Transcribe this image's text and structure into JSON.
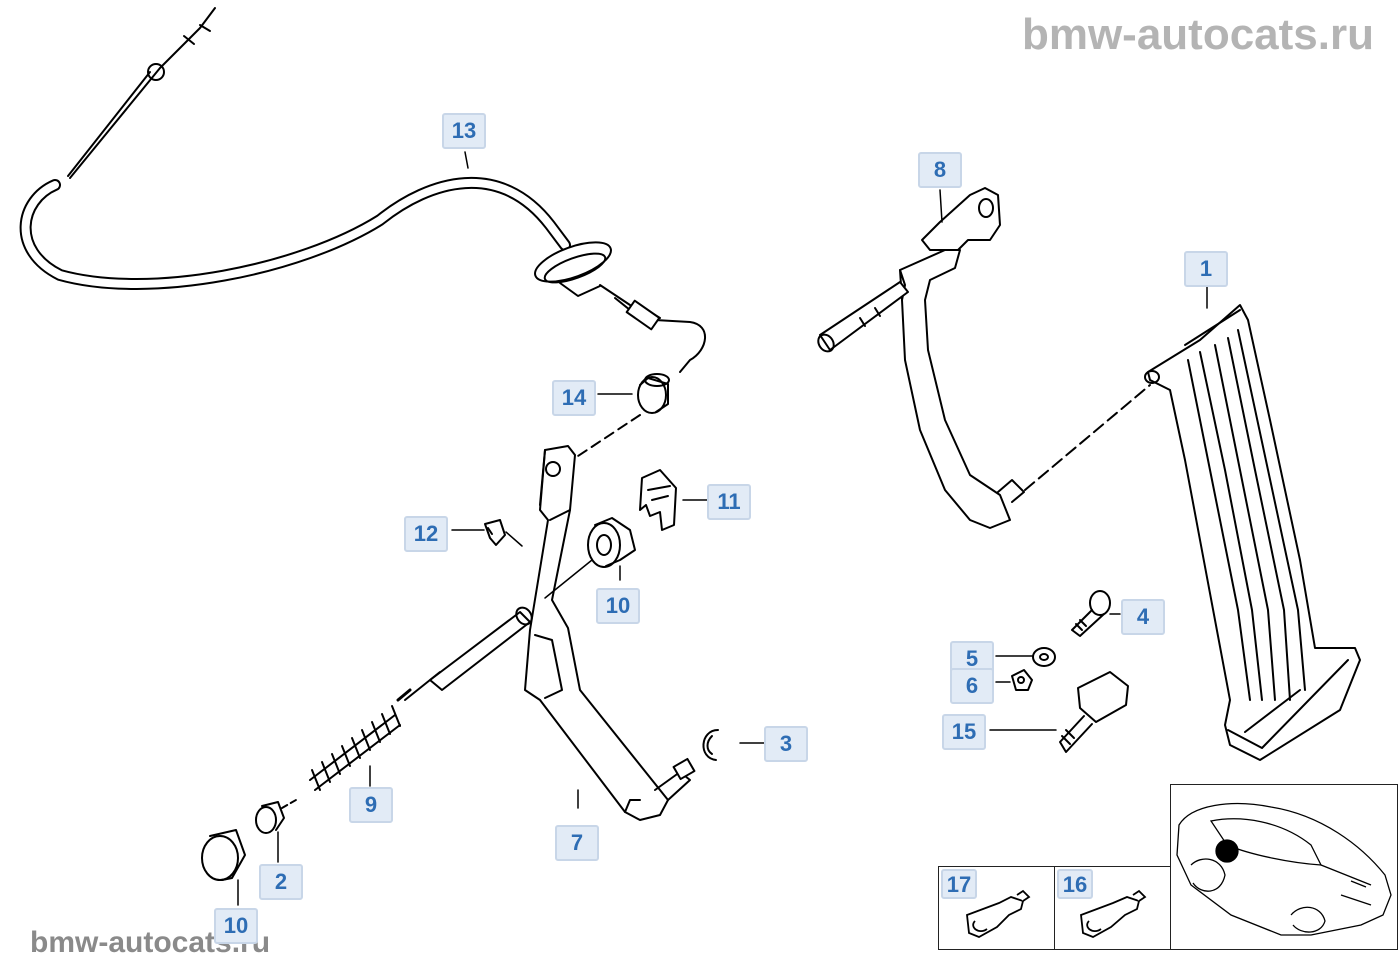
{
  "watermark": {
    "top": "bmw-autocats.ru",
    "bottom": "bmw-autocats.ru"
  },
  "colors": {
    "callout_bg": "#e2ebf6",
    "callout_text": "#2e6db4",
    "line": "#000000",
    "watermark": "#b4b4b4"
  },
  "callouts": [
    {
      "id": "c13",
      "label": "13"
    },
    {
      "id": "c8",
      "label": "8"
    },
    {
      "id": "c1",
      "label": "1"
    },
    {
      "id": "c14",
      "label": "14"
    },
    {
      "id": "c11",
      "label": "11"
    },
    {
      "id": "c12",
      "label": "12"
    },
    {
      "id": "c10a",
      "label": "10"
    },
    {
      "id": "c4",
      "label": "4"
    },
    {
      "id": "c5",
      "label": "5"
    },
    {
      "id": "c6",
      "label": "6"
    },
    {
      "id": "c15",
      "label": "15"
    },
    {
      "id": "c3",
      "label": "3"
    },
    {
      "id": "c9",
      "label": "9"
    },
    {
      "id": "c7",
      "label": "7"
    },
    {
      "id": "c2",
      "label": "2"
    },
    {
      "id": "c10b",
      "label": "10"
    }
  ],
  "thumbnails": [
    {
      "id": "t17",
      "label": "17"
    },
    {
      "id": "t16",
      "label": "16"
    }
  ]
}
